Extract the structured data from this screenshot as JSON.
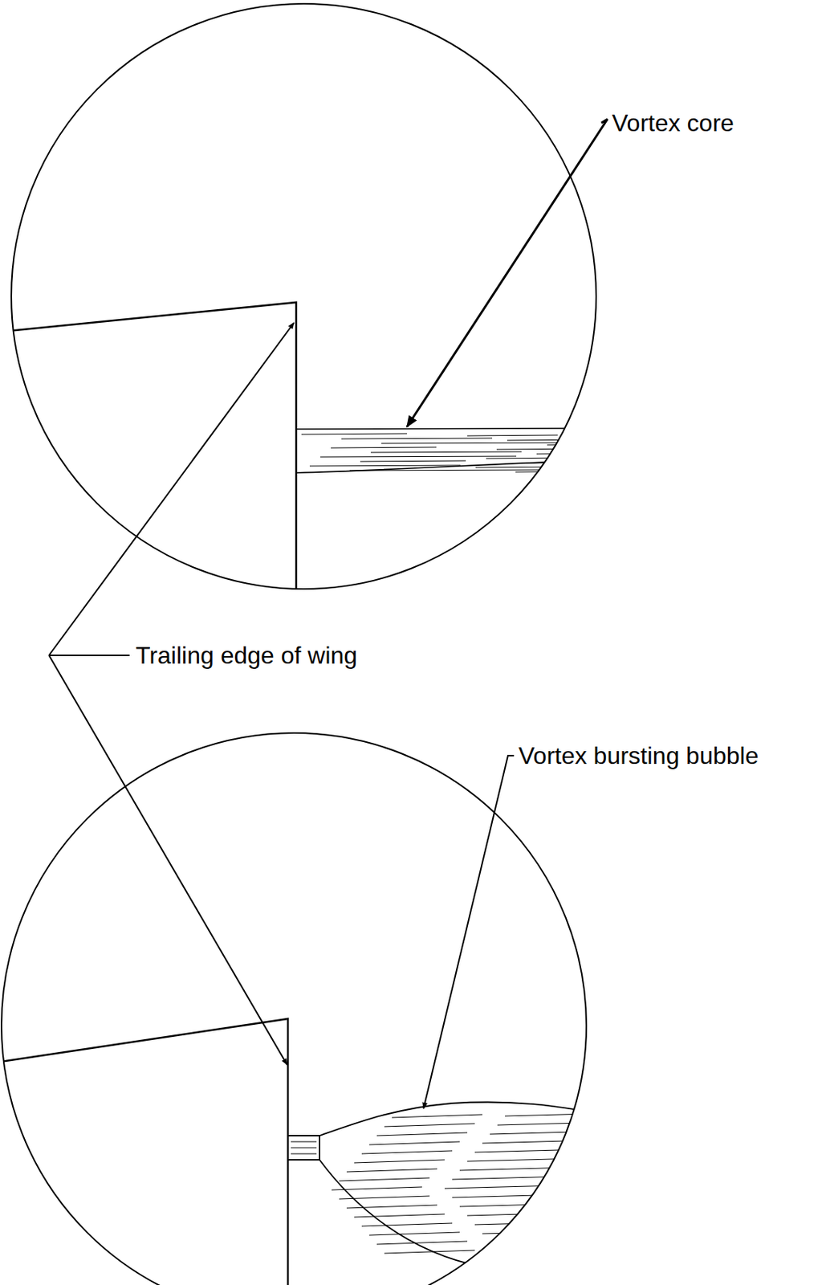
{
  "diagram": {
    "labels": [
      "Vortex core",
      "Trailing edge of wing",
      "Vortex bursting bubble"
    ]
  }
}
